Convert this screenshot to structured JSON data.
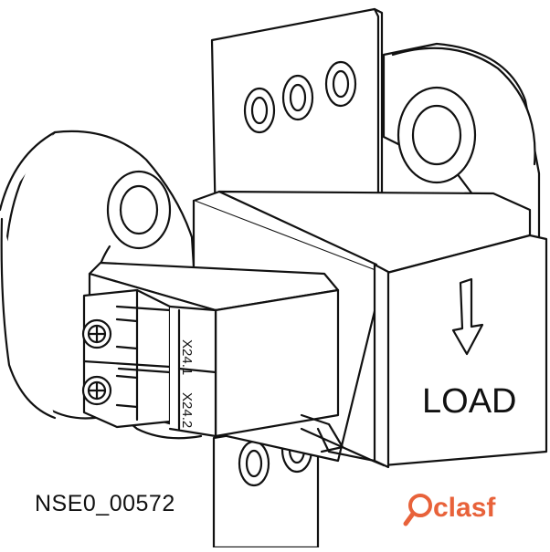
{
  "drawing": {
    "direction_label": "LOAD",
    "terminal_labels": [
      "X24.1",
      "X24.2"
    ],
    "arrow": "down-arrow-icon"
  },
  "document_id": "NSE0_00572",
  "watermark": {
    "text": "clasf",
    "color": "#e8623a"
  }
}
